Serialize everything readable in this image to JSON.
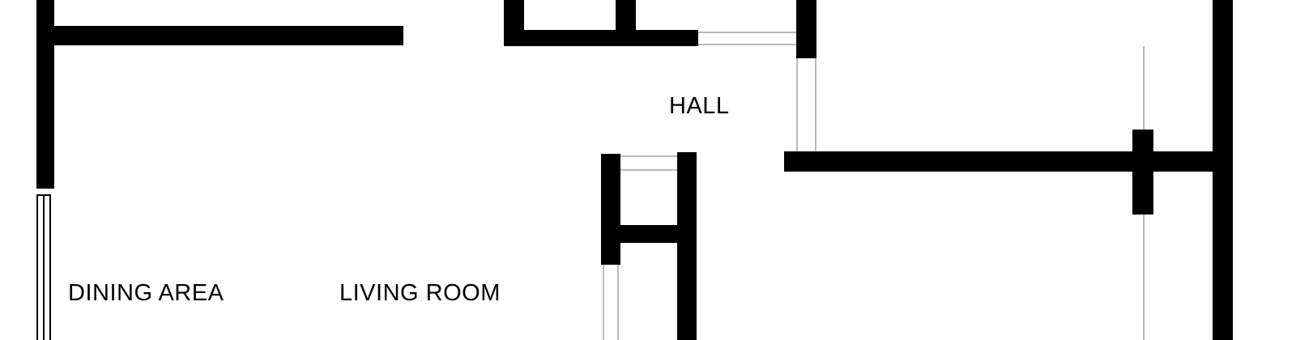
{
  "floorplan": {
    "labels": {
      "hall": "HALL",
      "dining_area": "DINING AREA",
      "living_room": "LIVING ROOM"
    },
    "colors": {
      "wall": "#000000",
      "background": "#ffffff",
      "opening_line": "#b9b9b9"
    }
  }
}
